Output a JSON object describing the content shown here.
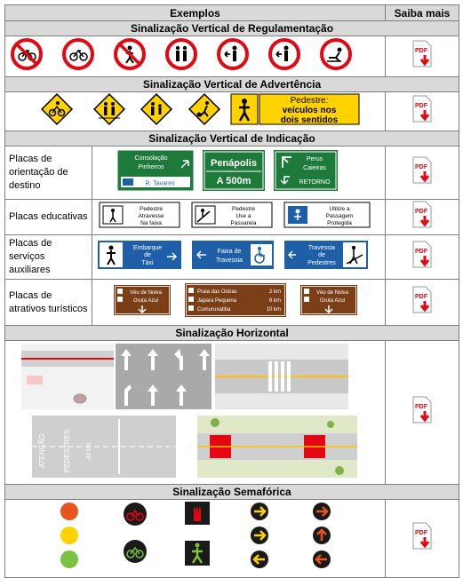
{
  "header": {
    "col1": "Exemplos",
    "col2": "Saiba mais"
  },
  "sections": {
    "regulamentacao": "Sinalização Vertical de Regulamentação",
    "advertencia": "Sinalização Vertical de Advertência",
    "indicacao": "Sinalização Vertical de Indicação",
    "horizontal": "Sinalização Horizontal",
    "semaforica": "Sinalização Semafórica"
  },
  "advertencia_sign": {
    "line1": "Pedestre:",
    "line2": "veículos nos",
    "line3": "dois sentidos"
  },
  "indicacao": {
    "orientacao": {
      "label": "Placas de orientação de destino",
      "sign1": {
        "line1": "Consolação",
        "line2": "Pinheiros",
        "line3": "R. Tavares"
      },
      "sign2": {
        "line1": "Penápolis",
        "line2": "A 500m"
      },
      "sign3": {
        "line1": "Perus",
        "line2": "Caieiras",
        "line3": "RETORNO"
      }
    },
    "educativas": {
      "label": "Placas educativas",
      "sign1": {
        "line1": "Pedestre",
        "line2": "Atravesse",
        "line3": "Na faixa"
      },
      "sign2": {
        "line1": "Pedestre",
        "line2": "Use a",
        "line3": "Passarela"
      },
      "sign3": {
        "line1": "Utilize a",
        "line2": "Passagem",
        "line3": "Protegida"
      }
    },
    "servicos": {
      "label": "Placas de serviços auxiliares",
      "sign1": {
        "line1": "Embarque",
        "line2": "de",
        "line3": "Táxi"
      },
      "sign2": {
        "line1": "Faixa de",
        "line2": "Travessia"
      },
      "sign3": {
        "line1": "Travessia",
        "line2": "de",
        "line3": "Pedestres"
      }
    },
    "turisticos": {
      "label": "Placas de atrativos turísticos",
      "sign1": {
        "line1": "Véu de Noiva",
        "line2": "Gruta Azul"
      },
      "sign2": {
        "r1": "Praia das Ostras",
        "d1": "2 km",
        "r2": "Japara Pequena",
        "d2": "6 km",
        "r3": "Cumuruxatiba",
        "d3": "10 km"
      },
      "sign3": {
        "line1": "Véu de Noiva",
        "line2": "Gruta Azul"
      }
    }
  },
  "horizontal_text": {
    "road_word": "PEDESTRES",
    "speed": "40 km",
    "attention": "ATENÇÃO"
  },
  "pdf_icon_label": "PDF",
  "colors": {
    "section_bg": "#d9d9d9",
    "border": "#7f7f7f",
    "sign_red": "#e30613",
    "sign_green": "#1e7a3a",
    "sign_blue": "#1f5fa8",
    "sign_yellow": "#ffd200",
    "sign_brown": "#7b3f17"
  }
}
